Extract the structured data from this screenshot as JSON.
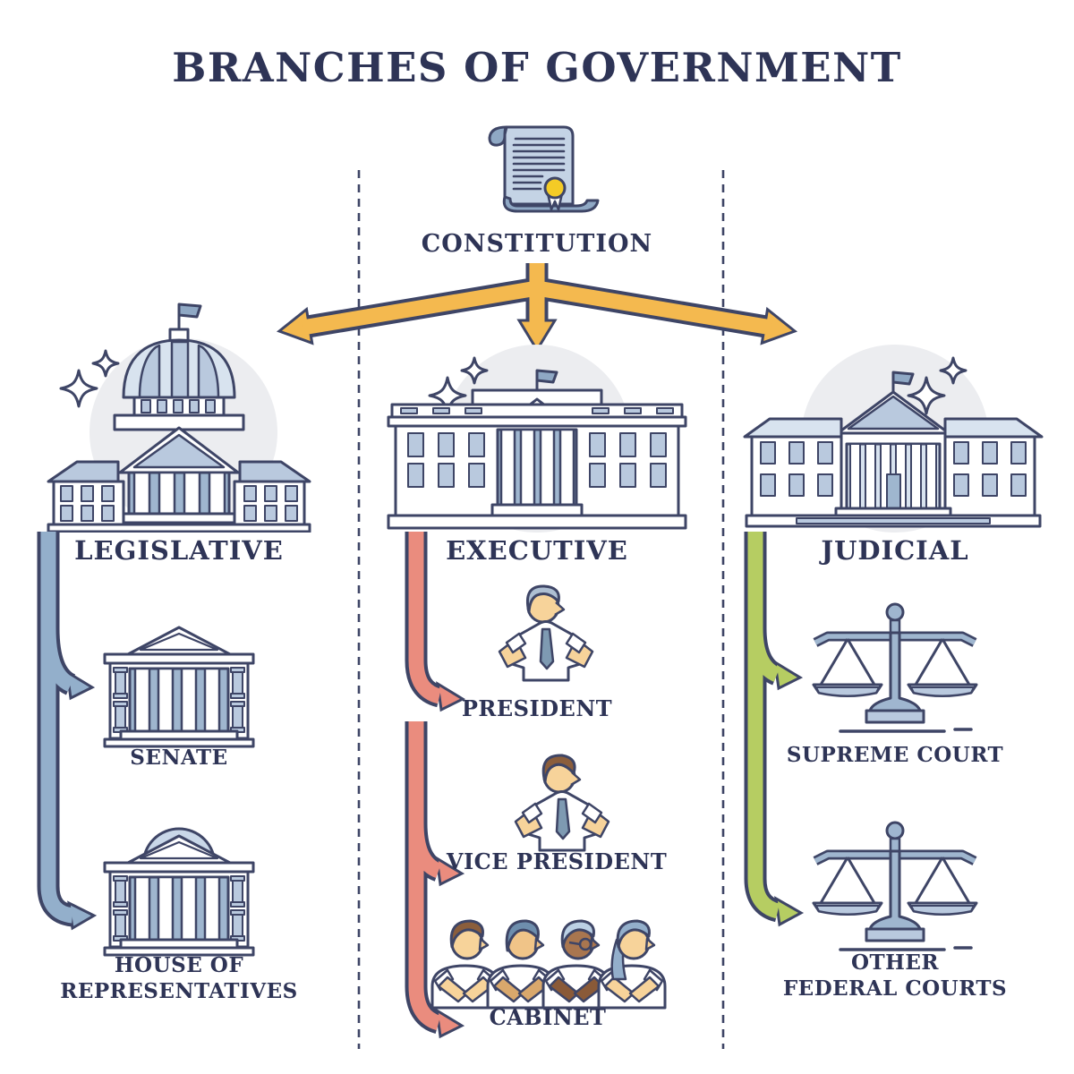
{
  "title": "BRANCHES OF GOVERNMENT",
  "constitution": {
    "label": "CONSTITUTION",
    "icon": "scroll-document-icon"
  },
  "palette": {
    "outline": "#3E4566",
    "text": "#2E3456",
    "distribution_arrow": "#F4B94F",
    "building_blue": "#B9C9DE",
    "building_pale": "#D8E3EF",
    "building_deep": "#9FB6CF",
    "seal_gold": "#F4CB26",
    "shadow_circle": "#ECEDF0"
  },
  "branches": [
    {
      "label": "LEGISLATIVE",
      "building_icon": "capitol-building-icon",
      "arrow_color": "#93AFCB",
      "items": [
        {
          "label": "SENATE",
          "lines": [
            "SENATE"
          ],
          "icon": "senate-building-icon"
        },
        {
          "label": "HOUSE OF REPRESENTATIVES",
          "lines": [
            "HOUSE OF",
            "REPRESENTATIVES"
          ],
          "icon": "house-building-icon"
        }
      ]
    },
    {
      "label": "EXECUTIVE",
      "building_icon": "white-house-icon",
      "arrow_color": "#EA8C7E",
      "items": [
        {
          "label": "PRESIDENT",
          "lines": [
            "PRESIDENT"
          ],
          "icon": "president-icon"
        },
        {
          "label": "VICE PRESIDENT",
          "lines": [
            "VICE PRESIDENT"
          ],
          "icon": "vice-president-icon"
        },
        {
          "label": "CABINET",
          "lines": [
            "CABINET"
          ],
          "icon": "cabinet-group-icon"
        }
      ]
    },
    {
      "label": "JUDICIAL",
      "building_icon": "courthouse-building-icon",
      "arrow_color": "#B6CD62",
      "items": [
        {
          "label": "SUPREME COURT",
          "lines": [
            "SUPREME COURT"
          ],
          "icon": "scales-of-justice-icon"
        },
        {
          "label": "OTHER FEDERAL COURTS",
          "lines": [
            "OTHER",
            "FEDERAL COURTS"
          ],
          "icon": "scales-of-justice-icon"
        }
      ]
    }
  ]
}
